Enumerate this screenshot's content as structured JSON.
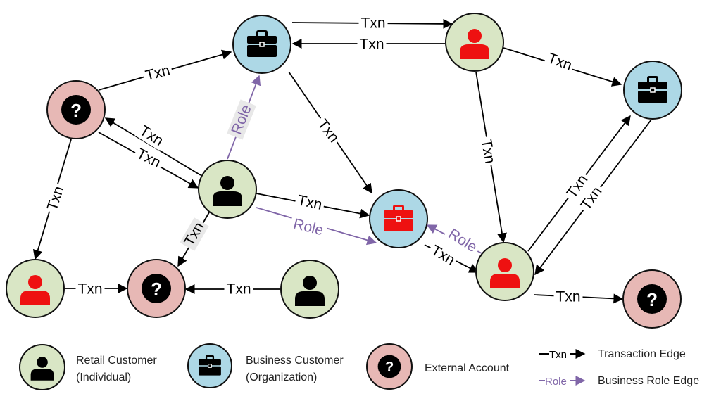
{
  "colors": {
    "retail_fill": "#d9e6c5",
    "business_fill": "#add8e6",
    "external_fill": "#e7b8b5",
    "node_stroke": "#111111",
    "icon_black": "#000000",
    "icon_red": "#ee1111",
    "txn_edge": "#000000",
    "role_edge": "#8066a8",
    "label_bg": "#e8e8e8"
  },
  "edge_labels": {
    "txn": "Txn",
    "role": "Role"
  },
  "nodes": [
    {
      "id": "biz_top",
      "type": "business",
      "icon": "briefcase-icon",
      "icon_color": "black"
    },
    {
      "id": "ret_top_red",
      "type": "retail",
      "icon": "person-icon",
      "icon_color": "red"
    },
    {
      "id": "ext_left",
      "type": "external",
      "icon": "question-icon",
      "icon_color": "black"
    },
    {
      "id": "biz_right",
      "type": "business",
      "icon": "briefcase-icon",
      "icon_color": "black"
    },
    {
      "id": "ret_center",
      "type": "retail",
      "icon": "person-icon",
      "icon_color": "black"
    },
    {
      "id": "biz_center_red",
      "type": "business",
      "icon": "briefcase-icon",
      "icon_color": "red"
    },
    {
      "id": "ret_right_red",
      "type": "retail",
      "icon": "person-icon",
      "icon_color": "red"
    },
    {
      "id": "ret_bottom_red",
      "type": "retail",
      "icon": "person-icon",
      "icon_color": "red"
    },
    {
      "id": "ext_bottom",
      "type": "external",
      "icon": "question-icon",
      "icon_color": "black"
    },
    {
      "id": "ret_bottom_right",
      "type": "retail",
      "icon": "person-icon",
      "icon_color": "black"
    },
    {
      "id": "ext_right",
      "type": "external",
      "icon": "question-icon",
      "icon_color": "black"
    }
  ],
  "edges": [
    {
      "from": "biz_top",
      "to": "ret_top_red",
      "kind": "txn"
    },
    {
      "from": "ret_top_red",
      "to": "biz_top",
      "kind": "txn"
    },
    {
      "from": "ret_top_red",
      "to": "biz_right",
      "kind": "txn"
    },
    {
      "from": "ext_left",
      "to": "biz_top",
      "kind": "txn"
    },
    {
      "from": "ret_center",
      "to": "biz_top",
      "kind": "role"
    },
    {
      "from": "biz_top",
      "to": "biz_center_red",
      "kind": "txn"
    },
    {
      "from": "ret_top_red",
      "to": "ret_right_red",
      "kind": "txn"
    },
    {
      "from": "ret_center",
      "to": "ext_left",
      "kind": "txn"
    },
    {
      "from": "ext_left",
      "to": "ret_center",
      "kind": "txn"
    },
    {
      "from": "ext_left",
      "to": "ret_bottom_red",
      "kind": "txn"
    },
    {
      "from": "ret_center",
      "to": "biz_center_red",
      "kind": "txn"
    },
    {
      "from": "ret_center",
      "to": "biz_center_red",
      "kind": "role"
    },
    {
      "from": "ret_center",
      "to": "ext_bottom",
      "kind": "txn"
    },
    {
      "from": "ret_right_red",
      "to": "biz_center_red",
      "kind": "role"
    },
    {
      "from": "biz_center_red",
      "to": "ret_right_red",
      "kind": "txn"
    },
    {
      "from": "ret_right_red",
      "to": "biz_right",
      "kind": "txn"
    },
    {
      "from": "biz_right",
      "to": "ret_right_red",
      "kind": "txn"
    },
    {
      "from": "ret_right_red",
      "to": "ext_right",
      "kind": "txn"
    },
    {
      "from": "ret_bottom_red",
      "to": "ext_bottom",
      "kind": "txn"
    },
    {
      "from": "ret_bottom_right",
      "to": "ext_bottom",
      "kind": "txn"
    }
  ],
  "legend": {
    "retail_label_1": "Retail Customer",
    "retail_label_2": "(Individual)",
    "business_label_1": "Business Customer",
    "business_label_2": "(Organization)",
    "external_label": "External Account",
    "txn_sample": "Txn",
    "role_sample": "Role",
    "txn_edge_label": "Transaction Edge",
    "role_edge_label": "Business Role Edge"
  }
}
